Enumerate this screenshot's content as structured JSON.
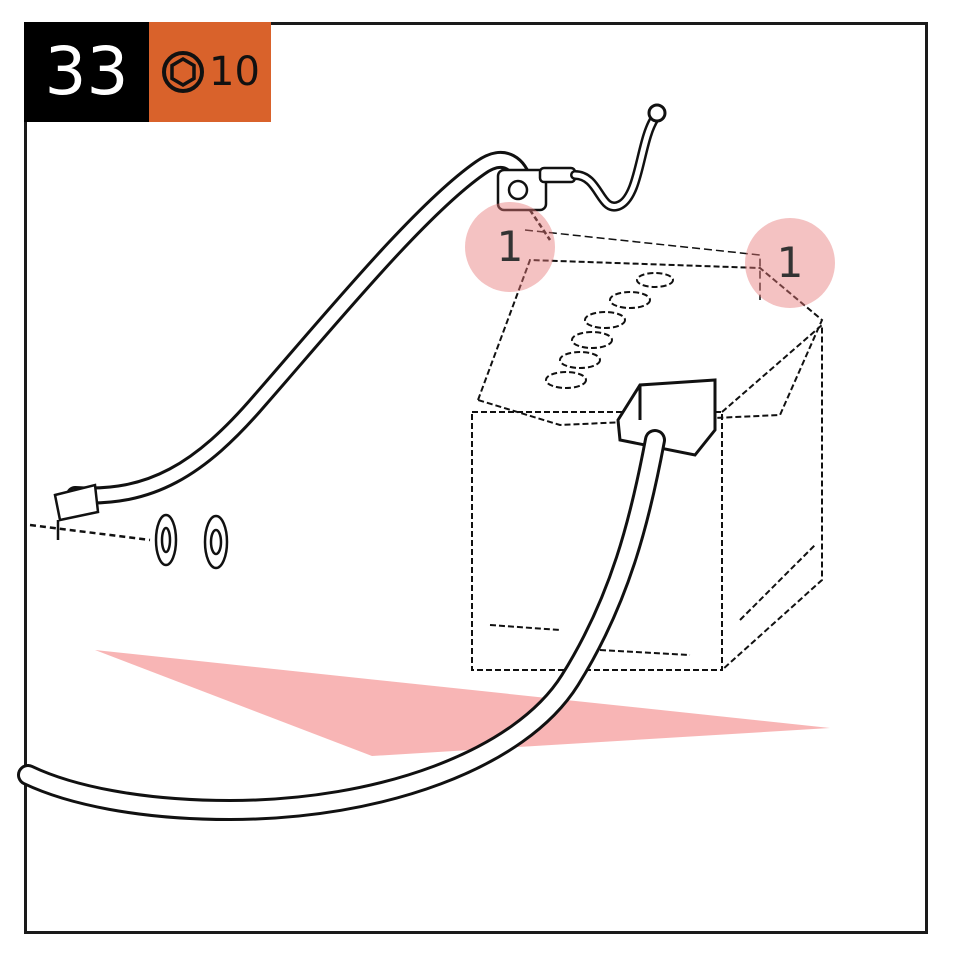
{
  "step": {
    "number": "33"
  },
  "tool": {
    "icon": "hex-socket-icon",
    "size": "10",
    "color": "#d9622b"
  },
  "callouts": [
    {
      "label": "1"
    },
    {
      "label": "1"
    }
  ],
  "colors": {
    "callout": "#e67878",
    "arrow": "#f7a8a8",
    "line": "#111111"
  }
}
